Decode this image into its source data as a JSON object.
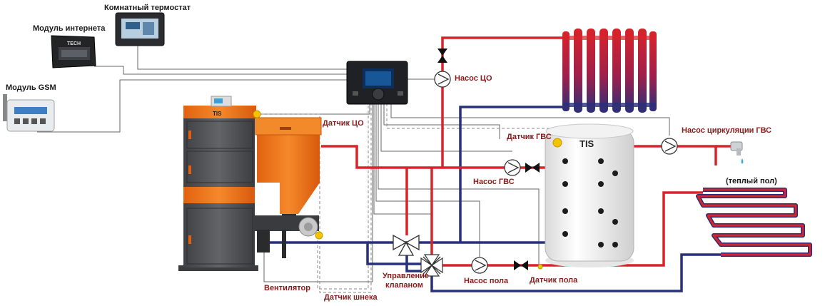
{
  "labels": {
    "thermostat": "Комнатный термостат",
    "internet_module": "Модуль интернета",
    "gsm_module": "Модуль GSM",
    "co_pump": "Насос ЦО",
    "co_sensor": "Датчик ЦО",
    "dhw_sensor": "Датчик ГВС",
    "dhw_pump": "Насос ГВС",
    "dhw_circulation_pump": "Насос циркуляции ГВС",
    "warm_floor": "(теплый пол)",
    "valve_control_line1": "Управление",
    "valve_control_line2": "клапаном",
    "floor_pump": "Насос пола",
    "floor_sensor": "Датчик пола",
    "fan": "Вентилятор",
    "auger_sensor": "Датчик шнека"
  },
  "brand": {
    "boiler_logo": "TIS",
    "tank_logo": "TIS",
    "internet_module_logo": "TECH"
  },
  "colors": {
    "supply": "#d8232a",
    "return": "#27307a",
    "boiler_orange": "#f07a1a",
    "boiler_grey": "#55575b",
    "sensor_yellow": "#f5c400",
    "label_red": "#8b1a1a"
  }
}
